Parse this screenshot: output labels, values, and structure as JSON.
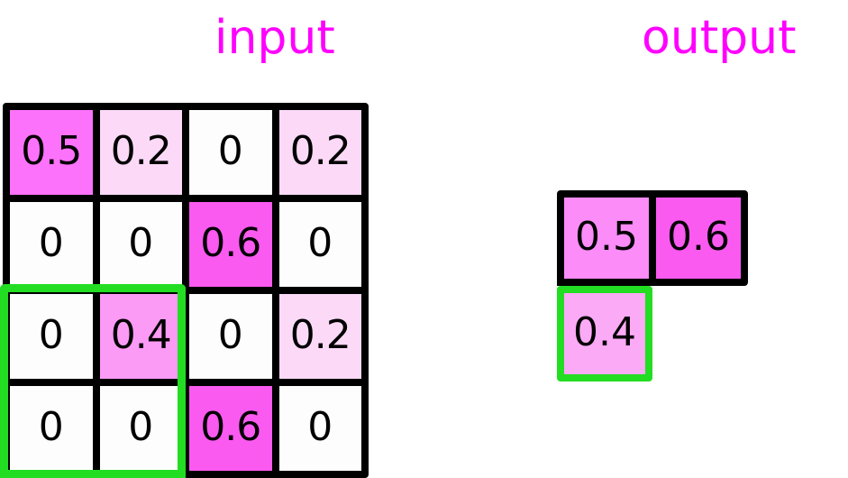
{
  "labels": {
    "input_title": "input",
    "output_title": "output"
  },
  "colors": {
    "title": "#ff00ff",
    "grid_border": "#000000",
    "highlight": "#22dd22",
    "zero": "#fdfdfd",
    "v02": "#fbd9f7",
    "v04": "#fb9bf5",
    "v05": "#fd72fb",
    "v06": "#fa5af0",
    "v05_out": "#fb8cf8",
    "v04_out": "#fbaaf6"
  },
  "input_grid": {
    "rows": 4,
    "cols": 4,
    "cells": [
      [
        {
          "value": "0.5",
          "color": "#fd72fb"
        },
        {
          "value": "0.2",
          "color": "#fbd9f7"
        },
        {
          "value": "0",
          "color": "#fdfdfd"
        },
        {
          "value": "0.2",
          "color": "#fbd9f7"
        }
      ],
      [
        {
          "value": "0",
          "color": "#fdfdfd"
        },
        {
          "value": "0",
          "color": "#fdfdfd"
        },
        {
          "value": "0.6",
          "color": "#fa5af0"
        },
        {
          "value": "0",
          "color": "#fdfdfd"
        }
      ],
      [
        {
          "value": "0",
          "color": "#fdfdfd"
        },
        {
          "value": "0.4",
          "color": "#fb9bf5"
        },
        {
          "value": "0",
          "color": "#fdfdfd"
        },
        {
          "value": "0.2",
          "color": "#fbd9f7"
        }
      ],
      [
        {
          "value": "0",
          "color": "#fdfdfd"
        },
        {
          "value": "0",
          "color": "#fdfdfd"
        },
        {
          "value": "0.6",
          "color": "#fa5af0"
        },
        {
          "value": "0",
          "color": "#fdfdfd"
        }
      ]
    ]
  },
  "pool_window": {
    "rows": [
      2,
      3
    ],
    "cols": [
      0,
      1
    ],
    "color": "#22dd22"
  },
  "output_grid": {
    "rows": 2,
    "cols": 2,
    "cells": [
      [
        {
          "value": "0.5",
          "color": "#fb8cf8",
          "highlighted": false
        },
        {
          "value": "0.6",
          "color": "#fa5af0",
          "highlighted": false
        }
      ],
      [
        {
          "value": "0.4",
          "color": "#fbaaf6",
          "highlighted": true
        },
        {
          "value": "",
          "color": "#ffffff",
          "highlighted": false
        }
      ]
    ]
  },
  "chart_data": {
    "type": "heatmap",
    "title": "",
    "panels": [
      {
        "name": "input",
        "shape": [
          4,
          4
        ],
        "values": [
          [
            0.5,
            0.2,
            0.0,
            0.2
          ],
          [
            0.0,
            0.0,
            0.6,
            0.0
          ],
          [
            0.0,
            0.4,
            0.0,
            0.2
          ],
          [
            0.0,
            0.0,
            0.6,
            0.0
          ]
        ]
      },
      {
        "name": "output",
        "shape": [
          2,
          2
        ],
        "values": [
          [
            0.5,
            0.6
          ],
          [
            0.4,
            null
          ]
        ]
      }
    ],
    "annotations": [
      {
        "type": "window",
        "panel": "input",
        "rows": [
          2,
          3
        ],
        "cols": [
          0,
          1
        ],
        "color": "#22dd22"
      },
      {
        "type": "window",
        "panel": "output",
        "rows": [
          1,
          1
        ],
        "cols": [
          0,
          0
        ],
        "color": "#22dd22"
      }
    ]
  }
}
